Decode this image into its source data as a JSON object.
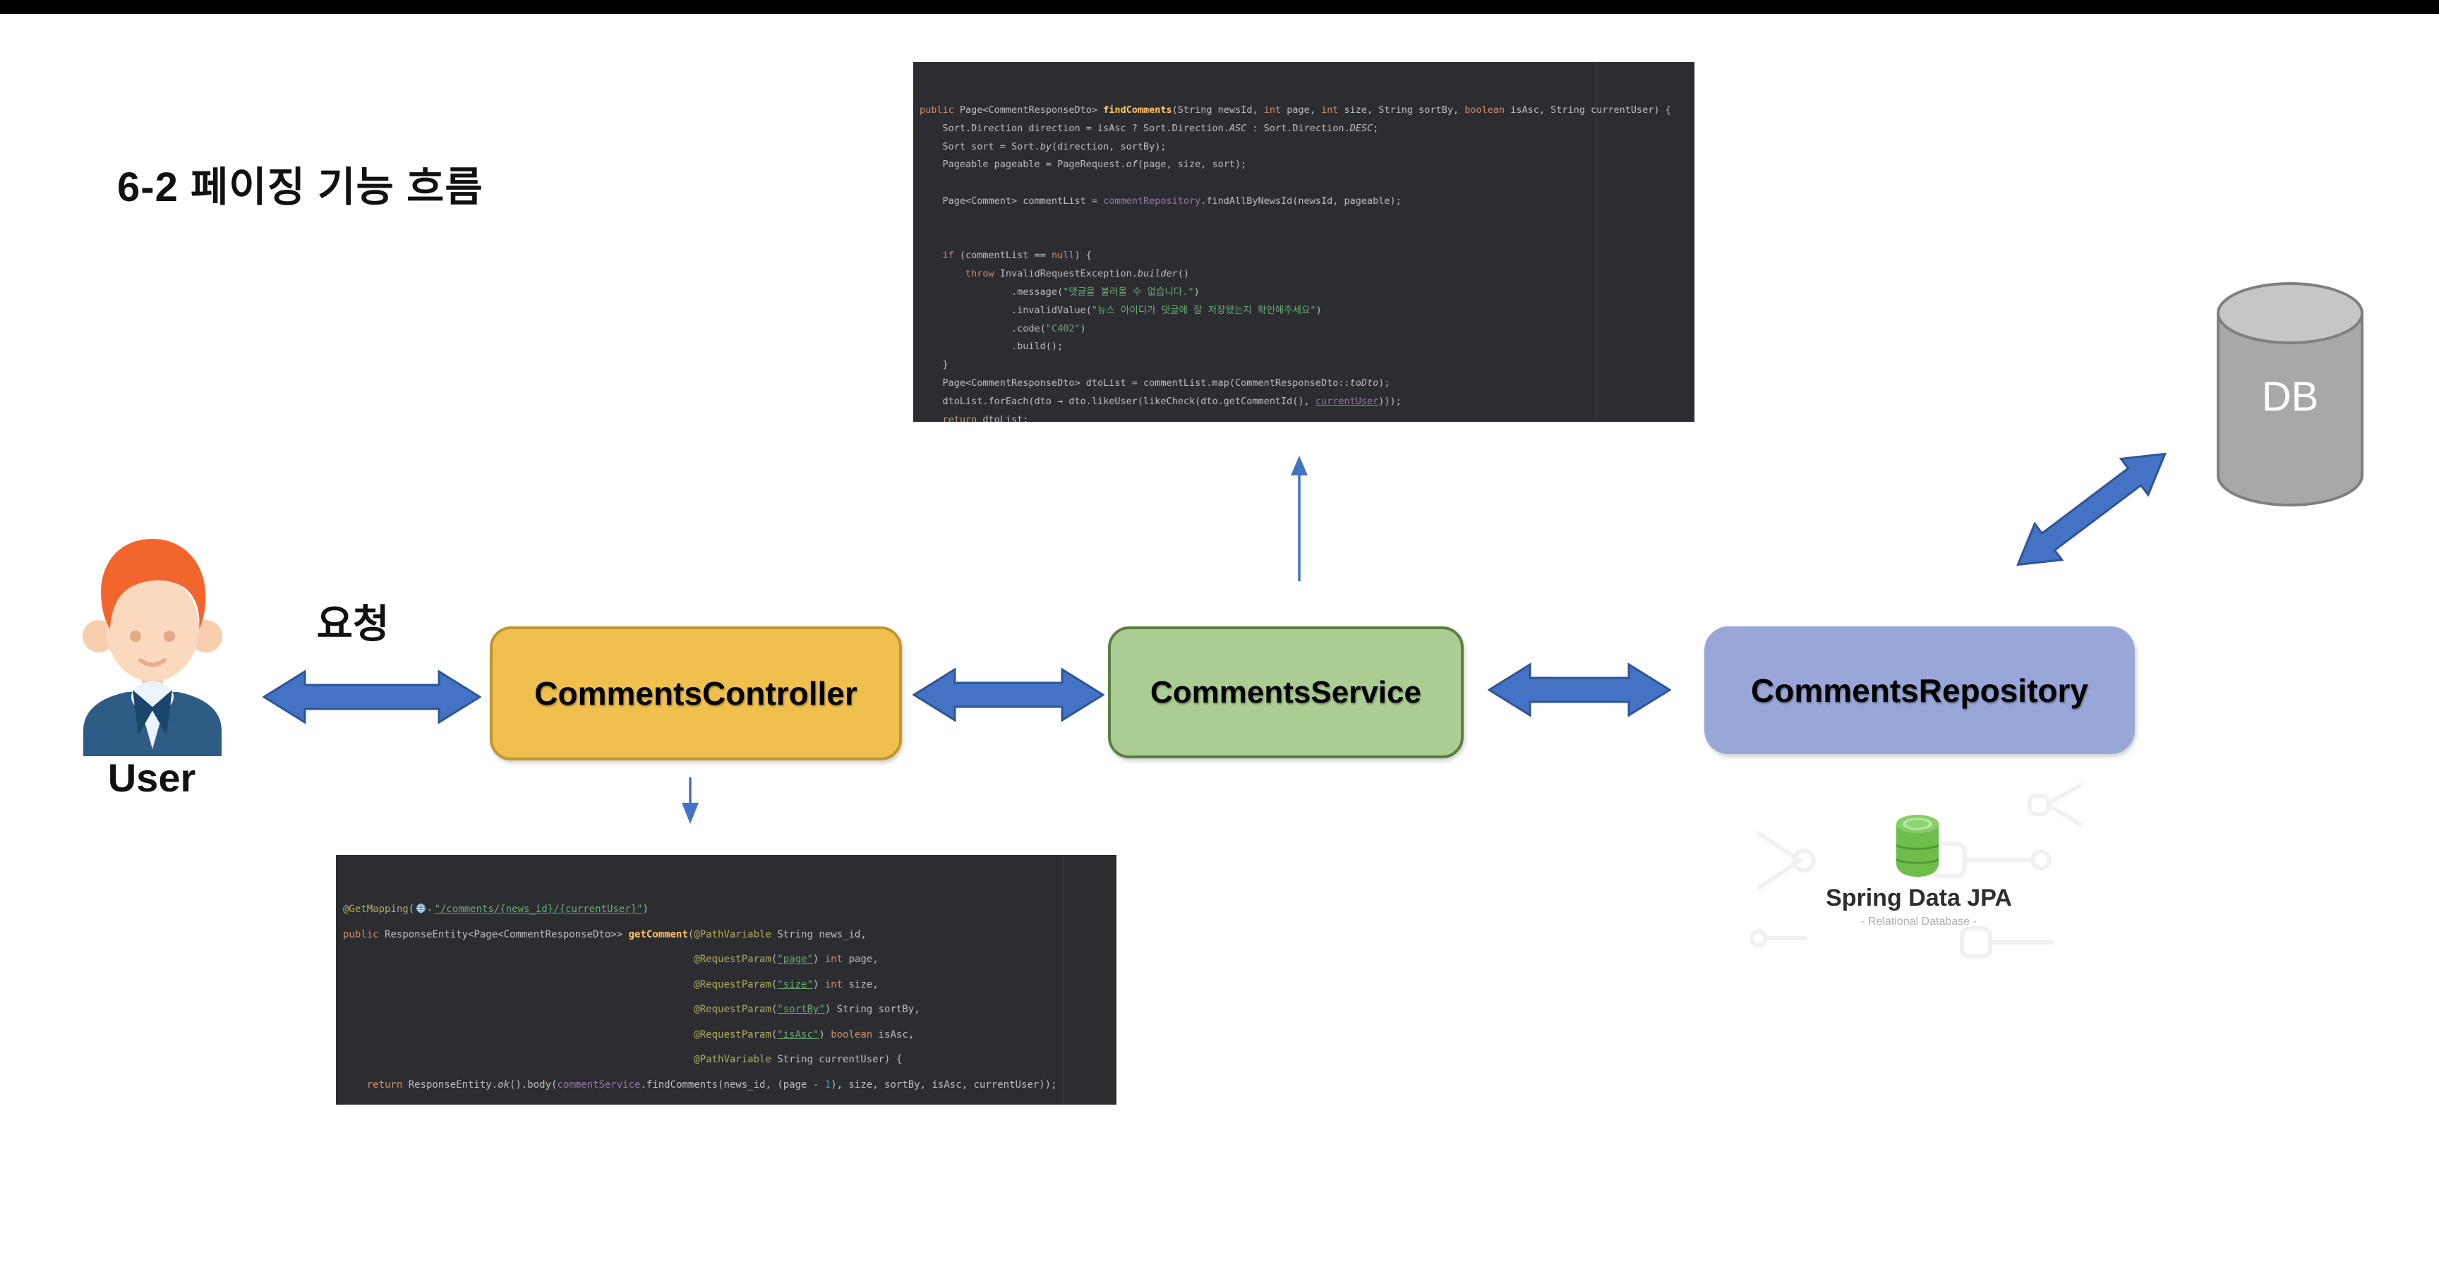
{
  "page": {
    "title": "6-2 페이징 기능 흐름",
    "top_bar_color": "#000000",
    "background": "#ffffff"
  },
  "actors": {
    "user_label": "User",
    "request_label": "요청"
  },
  "boxes": [
    {
      "id": "controller",
      "label": "CommentsController",
      "fill": "#efc04e",
      "border": "#bf9730"
    },
    {
      "id": "service",
      "label": "CommentsService",
      "fill": "#a9cd92",
      "border": "#5b7f42"
    },
    {
      "id": "repository",
      "label": "CommentsRepository",
      "fill": "#98a6d8",
      "border": ""
    }
  ],
  "db": {
    "label": "DB",
    "fill": "#a8a8a8",
    "top_fill": "#c6c6c6",
    "border": "#7f7f7f"
  },
  "spring_jpa": {
    "title": "Spring Data JPA",
    "subtitle": "- Relational Database -",
    "icon": "green-database-icon"
  },
  "arrows": {
    "color_fill": "#4472c4",
    "color_border": "#2f5597",
    "items": [
      "user-controller-double-arrow",
      "controller-service-double-arrow",
      "service-repository-double-arrow",
      "repository-db-double-arrow",
      "service-to-code-up-arrow",
      "controller-to-code-down-arrow"
    ]
  },
  "code_blocks": {
    "service_findComments": {
      "theme": "#2b2d30",
      "lines": [
        [
          [
            "kw",
            "public "
          ],
          [
            "d",
            "Page<CommentResponseDto> "
          ],
          [
            "fnb",
            "findComments"
          ],
          [
            "d",
            "(String newsId, "
          ],
          [
            "kw",
            "int"
          ],
          [
            "d",
            " page, "
          ],
          [
            "kw",
            "int"
          ],
          [
            "d",
            " size, String sortBy, "
          ],
          [
            "kw",
            "boolean"
          ],
          [
            "d",
            " isAsc, String currentUser) {"
          ]
        ],
        [
          [
            "d",
            "    Sort.Direction direction = isAsc ? Sort.Direction."
          ],
          [
            "it",
            "ASC"
          ],
          [
            "d",
            " : Sort.Direction."
          ],
          [
            "it",
            "DESC"
          ],
          [
            "d",
            ";"
          ]
        ],
        [
          [
            "d",
            "    Sort sort = Sort."
          ],
          [
            "itm",
            "by"
          ],
          [
            "d",
            "(direction, sortBy);"
          ]
        ],
        [
          [
            "d",
            "    Pageable pageable = PageRequest."
          ],
          [
            "itm",
            "of"
          ],
          [
            "d",
            "(page, size, sort);"
          ]
        ],
        [],
        [
          [
            "d",
            "    Page<Comment> commentList = "
          ],
          [
            "fld",
            "commentRepository"
          ],
          [
            "d",
            ".findAllByNewsId(newsId, pageable);"
          ]
        ],
        [],
        [],
        [
          [
            "kw",
            "    if "
          ],
          [
            "d",
            "(commentList == "
          ],
          [
            "kw",
            "null"
          ],
          [
            "d",
            ") {"
          ]
        ],
        [
          [
            "kw",
            "        throw "
          ],
          [
            "d",
            "InvalidRequestException."
          ],
          [
            "itm",
            "builder"
          ],
          [
            "d",
            "()"
          ]
        ],
        [
          [
            "d",
            "                .message("
          ],
          [
            "str",
            "\"댓글을 불러올 수 없습니다.\""
          ],
          [
            "d",
            ")"
          ]
        ],
        [
          [
            "d",
            "                .invalidValue("
          ],
          [
            "str",
            "\"뉴스 아이디가 댓글에 잘 저장됐는지 확인해주세요\""
          ],
          [
            "d",
            ")"
          ]
        ],
        [
          [
            "d",
            "                .code("
          ],
          [
            "str",
            "\"C402\""
          ],
          [
            "d",
            ")"
          ]
        ],
        [
          [
            "d",
            "                .build();"
          ]
        ],
        [
          [
            "d",
            "    }"
          ]
        ],
        [
          [
            "d",
            "    Page<CommentResponseDto> dtoList = commentList.map(CommentResponseDto::"
          ],
          [
            "itm",
            "toDto"
          ],
          [
            "d",
            ");"
          ]
        ],
        [
          [
            "d",
            "    dtoList.forEach(dto → dto.likeUser(likeCheck(dto.getCommentId(), "
          ],
          [
            "fldu",
            "currentUser"
          ],
          [
            "d",
            ")));"
          ]
        ],
        [
          [
            "kw",
            "    return "
          ],
          [
            "d",
            "dtoList;"
          ]
        ],
        [
          [
            "d",
            "}"
          ]
        ]
      ]
    },
    "controller_getComment": {
      "theme": "#2b2d30",
      "lines": [
        [
          [
            "ann",
            "@GetMapping"
          ],
          [
            "d",
            "("
          ],
          [
            "gicon",
            ""
          ],
          [
            "stru",
            "\"/comments/{news_id}/{currentUser}\""
          ],
          [
            "d",
            ")"
          ]
        ],
        [
          [
            "kw",
            "public "
          ],
          [
            "d",
            "ResponseEntity<Page<CommentResponseDto>> "
          ],
          [
            "fnb",
            "getComment"
          ],
          [
            "d",
            "("
          ],
          [
            "ann",
            "@PathVariable"
          ],
          [
            "d",
            " String news_id,"
          ]
        ],
        [
          [
            "d",
            "                                                           "
          ],
          [
            "ann",
            "@RequestParam"
          ],
          [
            "d",
            "("
          ],
          [
            "stru",
            "\"page\""
          ],
          [
            "d",
            ") "
          ],
          [
            "kw",
            "int"
          ],
          [
            "d",
            " page,"
          ]
        ],
        [
          [
            "d",
            "                                                           "
          ],
          [
            "ann",
            "@RequestParam"
          ],
          [
            "d",
            "("
          ],
          [
            "stru",
            "\"size\""
          ],
          [
            "d",
            ") "
          ],
          [
            "kw",
            "int"
          ],
          [
            "d",
            " size,"
          ]
        ],
        [
          [
            "d",
            "                                                           "
          ],
          [
            "ann",
            "@RequestParam"
          ],
          [
            "d",
            "("
          ],
          [
            "stru",
            "\"sortBy\""
          ],
          [
            "d",
            ") String sortBy,"
          ]
        ],
        [
          [
            "d",
            "                                                           "
          ],
          [
            "ann",
            "@RequestParam"
          ],
          [
            "d",
            "("
          ],
          [
            "stru",
            "\"isAsc\""
          ],
          [
            "d",
            ") "
          ],
          [
            "kw",
            "boolean"
          ],
          [
            "d",
            " isAsc,"
          ]
        ],
        [
          [
            "d",
            "                                                           "
          ],
          [
            "ann",
            "@PathVariable"
          ],
          [
            "d",
            " String currentUser) {"
          ]
        ],
        [
          [
            "kw",
            "    return "
          ],
          [
            "d",
            "ResponseEntity."
          ],
          [
            "itm",
            "ok"
          ],
          [
            "d",
            "().body("
          ],
          [
            "fld",
            "commentService"
          ],
          [
            "d",
            ".findComments(news_id, (page - "
          ],
          [
            "num",
            "1"
          ],
          [
            "d",
            "), size, sortBy, isAsc, currentUser));"
          ]
        ],
        [
          [
            "d",
            "}"
          ]
        ]
      ]
    }
  }
}
